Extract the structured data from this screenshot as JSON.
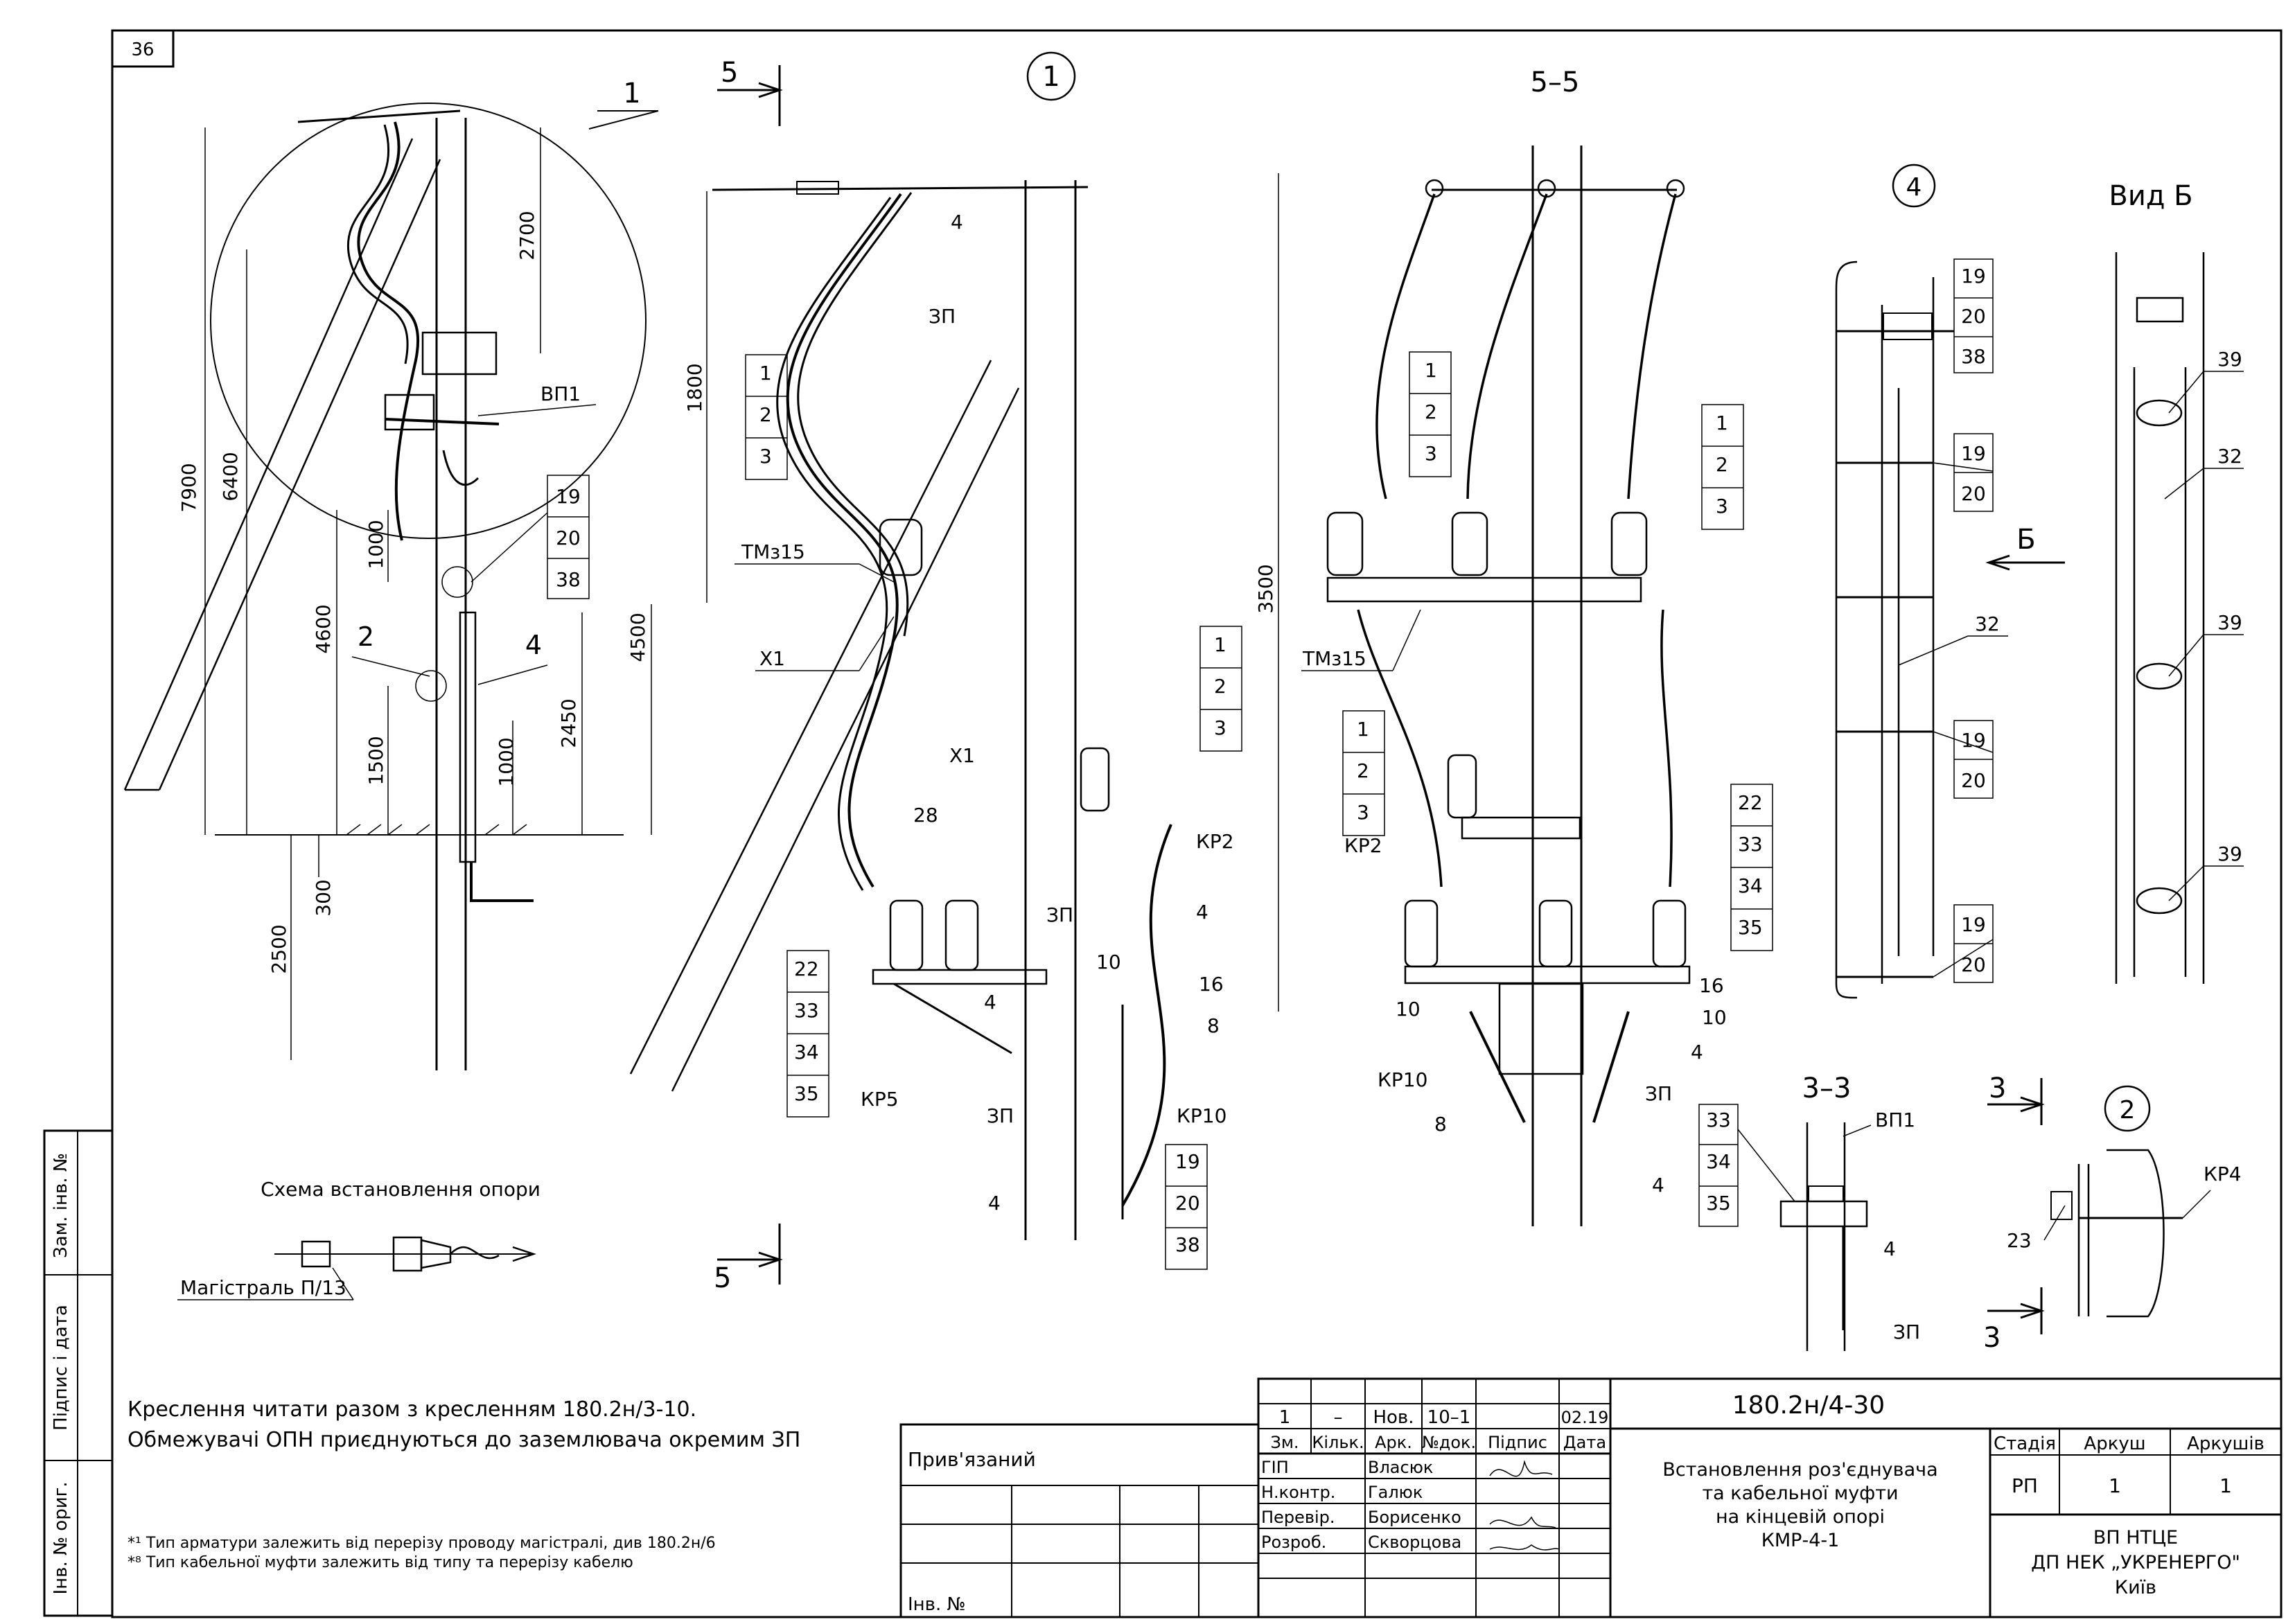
{
  "sheet_corner": "36",
  "views": {
    "callout_1": "1",
    "section_5_top": "5",
    "section_5_bottom": "5",
    "section_55_title": "5–5",
    "detail_4": "4",
    "view_b_title": "Вид Б",
    "view_b_arrow": "Б",
    "section_33_title": "3–3",
    "section_3_top": "3",
    "section_3_bottom": "3",
    "detail_2": "2"
  },
  "overview": {
    "dims": [
      "7900",
      "6400",
      "2700",
      "4600",
      "1000",
      "1500",
      "2500",
      "300",
      "4500",
      "2450",
      "1000"
    ],
    "labels": [
      "1",
      "ВП1",
      "19",
      "20",
      "38",
      "2",
      "4"
    ]
  },
  "view1": {
    "dims": [
      "1800",
      "3500"
    ],
    "labels": [
      "4",
      "ЗП",
      "1",
      "2",
      "3",
      "ТМз15",
      "Х1",
      "1",
      "2",
      "3",
      "Х1",
      "КР2",
      "28",
      "4",
      "ЗП",
      "10",
      "16",
      "8",
      "КР10",
      "22",
      "33",
      "34",
      "35",
      "КР5",
      "ЗП",
      "4",
      "4",
      "19",
      "20",
      "38"
    ]
  },
  "view55": {
    "labels": [
      "1",
      "2",
      "3",
      "1",
      "2",
      "3",
      "ТМз15",
      "1",
      "2",
      "3",
      "КР2",
      "22",
      "33",
      "34",
      "35",
      "16",
      "10",
      "10",
      "4",
      "КР10",
      "ЗП",
      "8",
      "4"
    ]
  },
  "detail4": {
    "labels": [
      "19",
      "20",
      "38",
      "19",
      "20",
      "32",
      "19",
      "20",
      "19",
      "20"
    ]
  },
  "viewB": {
    "labels": [
      "39",
      "32",
      "39",
      "39"
    ]
  },
  "section33": {
    "labels": [
      "33",
      "34",
      "35",
      "ВП1",
      "4",
      "ЗП"
    ]
  },
  "detail2": {
    "labels": [
      "КР4",
      "23"
    ]
  },
  "scheme": {
    "title": "Схема встановлення опори",
    "line_label": "Магістраль П/13"
  },
  "notes": {
    "line1": "Креслення читати разом з кресленням 180.2н/3-10.",
    "line2": "Обмежувачі ОПН приєднуються до заземлювача окремим ЗП",
    "footnote1": "*¹ Тип арматури залежить від перерізу проводу магістралі, див 180.2н/6",
    "footnote2": "*⁸ Тип кабельної муфти залежить від типу та перерізу кабелю"
  },
  "side_stamp": [
    "Зам. інв. №",
    "Підпис і дата",
    "Інв. № ориг."
  ],
  "attach": {
    "label": "Прив'язаний",
    "inv_label": "Інв. №"
  },
  "title_block": {
    "code": "180.2н/4-30",
    "revision": {
      "zm": "1",
      "kilk": "–",
      "ark": "Нов.",
      "ndok": "10–1",
      "pidpys": "",
      "data": "02.19"
    },
    "rev_headers": [
      "Зм.",
      "Кільк.",
      "Арк.",
      "№док.",
      "Підпис",
      "Дата"
    ],
    "roles": [
      {
        "role": "ГІП",
        "name": "Власюк"
      },
      {
        "role": "Н.контр.",
        "name": "Галюк"
      },
      {
        "role": "Перевір.",
        "name": "Борисенко"
      },
      {
        "role": "Розроб.",
        "name": "Скворцова"
      }
    ],
    "description": [
      "Встановлення роз'єднувача",
      "та кабельної муфти",
      "на кінцевій опорі",
      "КМР-4-1"
    ],
    "stage_headers": [
      "Стадія",
      "Аркуш",
      "Аркушів"
    ],
    "stage": "РП",
    "sheet": "1",
    "sheets": "1",
    "org": [
      "ВП НТЦЕ",
      "ДП НЕК „УКРЕНЕРГО\"",
      "Київ"
    ]
  }
}
